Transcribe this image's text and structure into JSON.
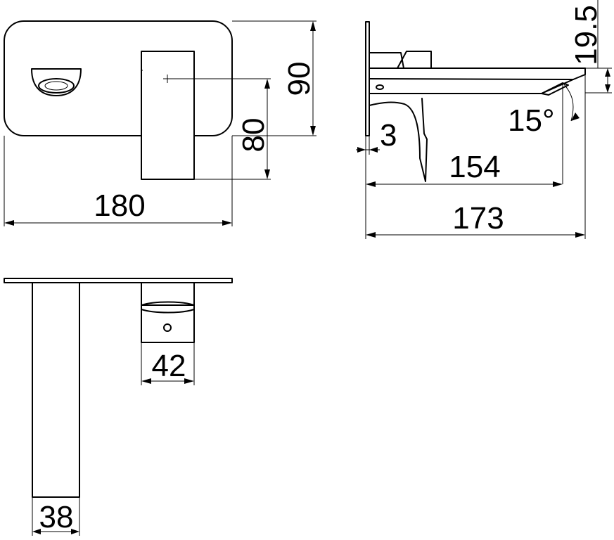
{
  "dimensions": {
    "front_width": "180",
    "front_height": "90",
    "lever_height": "80",
    "side_top_offset": "19.5",
    "spout_angle": "15°",
    "plate_thickness": "3",
    "spout_reach": "154",
    "total_depth": "173",
    "lever_width": "42",
    "spout_width": "38"
  }
}
